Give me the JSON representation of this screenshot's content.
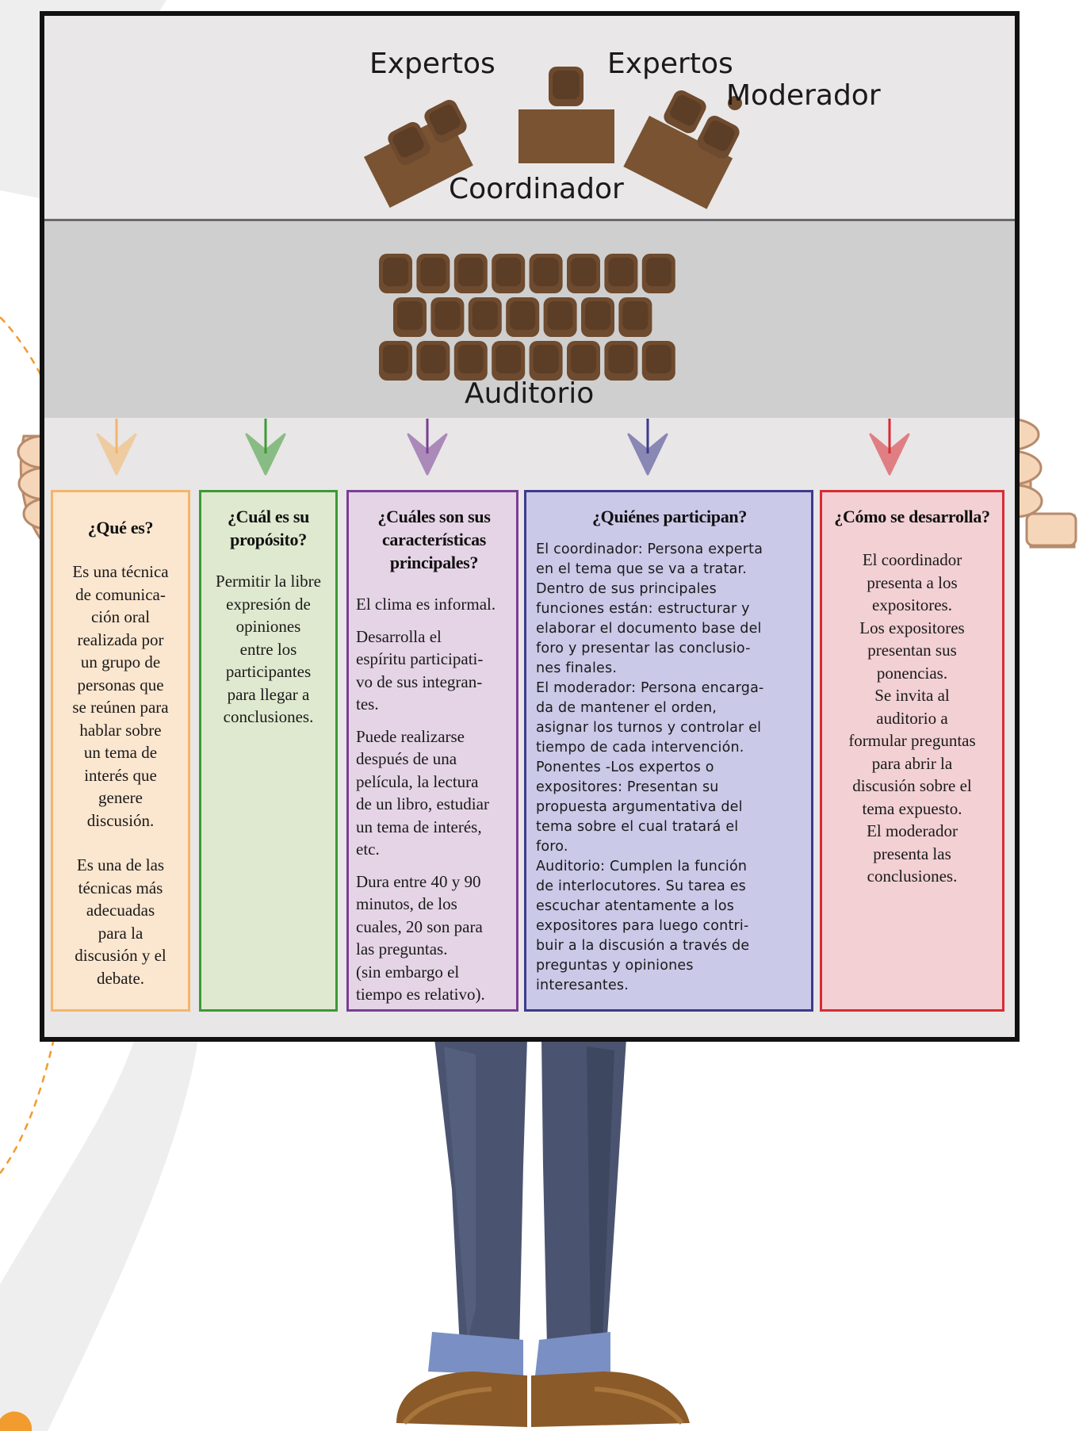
{
  "diagram": {
    "labels": {
      "expertos_left": "Expertos",
      "expertos_right": "Expertos",
      "moderador": "Moderador",
      "coordinador": "Coordinador",
      "auditorio": "Auditorio"
    },
    "colors": {
      "furniture": "#7a5332",
      "seat": "#6e4a2e",
      "orange": "#f3b56a",
      "green": "#3c9a35",
      "purple": "#7a3e95",
      "blue": "#3c3b8c",
      "red": "#d92b33"
    },
    "columns": [
      {
        "heading": "¿Qué es?",
        "paragraphs": [
          "Es una técnica\nde comunica-\nción oral\nrealizada por\nun grupo de\npersonas que\nse reúnen para\nhablar sobre\nun tema de\ninterés que\ngenere\ndiscusión.",
          "Es una de las\ntécnicas más\nadecuadas\npara la\ndiscusión y el\ndebate."
        ]
      },
      {
        "heading": "¿Cuál es su propósito?",
        "paragraphs": [
          "Permitir la libre\nexpresión de\nopiniones\nentre los\nparticipantes\npara llegar a\nconclusiones."
        ]
      },
      {
        "heading": "¿Cuáles son sus características principales?",
        "paragraphs": [
          "El clima es informal.",
          "Desarrolla el\nespíritu participati-\nvo de sus integran-\ntes.",
          "Puede realizarse\ndespués de una\npelícula, la lectura\nde un libro, estudiar\nun tema de interés,\netc.",
          "Dura entre 40 y 90\nminutos, de los\ncuales, 20 son para\nlas preguntas.\n(sin embargo el\ntiempo es relativo)."
        ]
      },
      {
        "heading": "¿Quiénes participan?",
        "paragraphs": [
          "El coordinador: Persona experta\nen el tema que se va a tratar.\nDentro de sus principales\nfunciones están: estructurar y\nelaborar el documento base del\nforo y presentar las conclusio-\nnes finales.\nEl moderador: Persona encarga-\nda de mantener el orden,\nasignar los turnos y controlar el\ntiempo de cada intervención.\nPonentes -Los expertos o\nexpositores: Presentan su\npropuesta argumentativa del\ntema sobre el cual tratará el\nforo.\nAuditorio: Cumplen la función\nde interlocutores.  Su tarea es\nescuchar atentamente a los\nexpositores para luego contri-\nbuir a la discusión a través de\npreguntas y opiniones\ninteresantes."
        ]
      },
      {
        "heading": "¿Cómo se desarrolla?",
        "paragraphs": [
          "El coordinador\npresenta a los\nexpositores.\nLos expositores\npresentan sus\nponencias.\nSe invita al\nauditorio a\nformular preguntas\npara abrir la\ndiscusión sobre el\ntema expuesto.\nEl moderador\npresenta las\nconclusiones."
        ]
      }
    ]
  }
}
